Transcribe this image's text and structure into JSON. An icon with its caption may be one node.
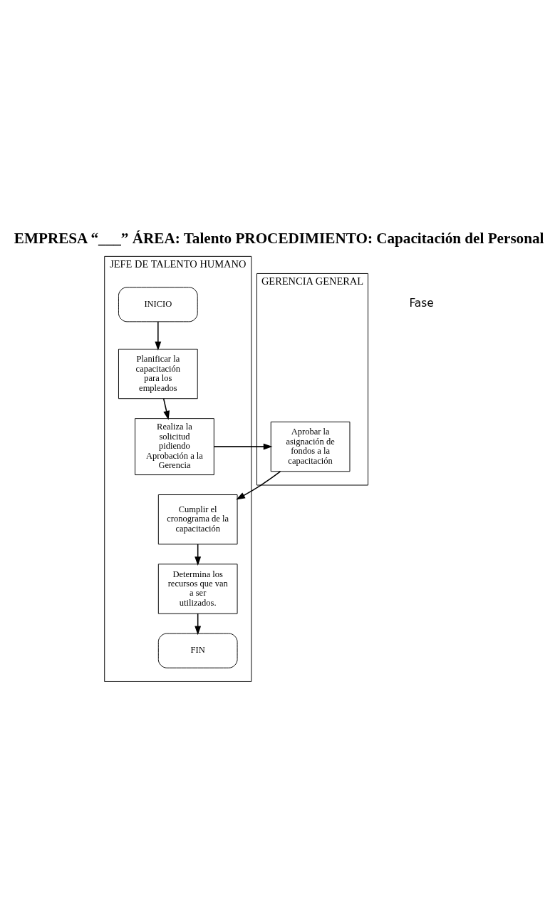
{
  "diagram": {
    "title": "EMPRESA “___” ÁREA: Talento PROCEDIMIENTO: Capacitación del Personal",
    "nodes": [
      {
        "text": [
          "JEFE DE TALENTO HUMANO"
        ]
      },
      {
        "text": [
          "GERENCIA GENERAL"
        ]
      },
      {
        "text": [
          "INICIO"
        ],
        "in": 0
      },
      {
        "text": [
          "Planificar la capacitación para los empleados"
        ],
        "in": 0
      },
      {
        "text": [
          "Realiza la solicitud pidiendo Aprobación a la Gerencia"
        ],
        "in": 0
      },
      {
        "text": [
          "Aprobar la asignación de fondos a la capacitación"
        ],
        "in": 1
      },
      {
        "text": [
          "Cumplir el cronograma de la capacitación"
        ],
        "in": 0
      },
      {
        "text": [
          "Determina los recursos que van a ser utilizados."
        ],
        "in": 0
      },
      {
        "text": [
          "FIN"
        ],
        "in": 0
      }
    ],
    "edges": [
      {
        "from": 2,
        "to": 3,
        "arrow": "to"
      },
      {
        "from": 3,
        "to": 4,
        "arrow": "to"
      },
      {
        "from": 4,
        "to": 5,
        "arrow": "to"
      },
      {
        "from": 5,
        "to": 6,
        "arrow": "to"
      },
      {
        "from": 6,
        "to": 7,
        "arrow": "to"
      },
      {
        "from": 7,
        "to": 8,
        "arrow": "to"
      }
    ],
    "labels": [
      "Fase"
    ]
  }
}
